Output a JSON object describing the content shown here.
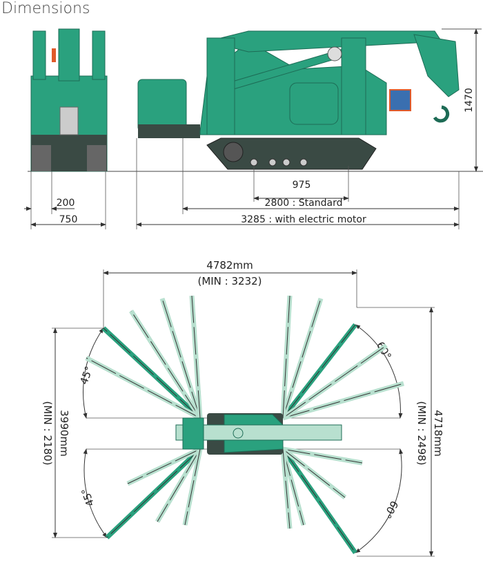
{
  "title": "Dimensions",
  "side_view": {
    "height": "1470",
    "track_span": "975",
    "length_standard": "2800 : Standard",
    "length_electric": "3285 : with electric motor"
  },
  "front_view": {
    "track_width": "200",
    "width": "750"
  },
  "outrigger_view": {
    "width": "4782mm",
    "width_min": "(MIN : 3232)",
    "left_depth": "3990mm",
    "left_depth_min": "(MIN : 2180)",
    "right_depth": "4718mm",
    "right_depth_min": "(MIN : 2498)",
    "angle_front_left": "45°",
    "angle_front_right": "60°",
    "angle_rear_left": "45°",
    "angle_rear_right": "60°"
  },
  "colors": {
    "body": "#2aa17e",
    "dark": "#3a4a44",
    "light": "#b8e0cf",
    "line": "#333333"
  }
}
